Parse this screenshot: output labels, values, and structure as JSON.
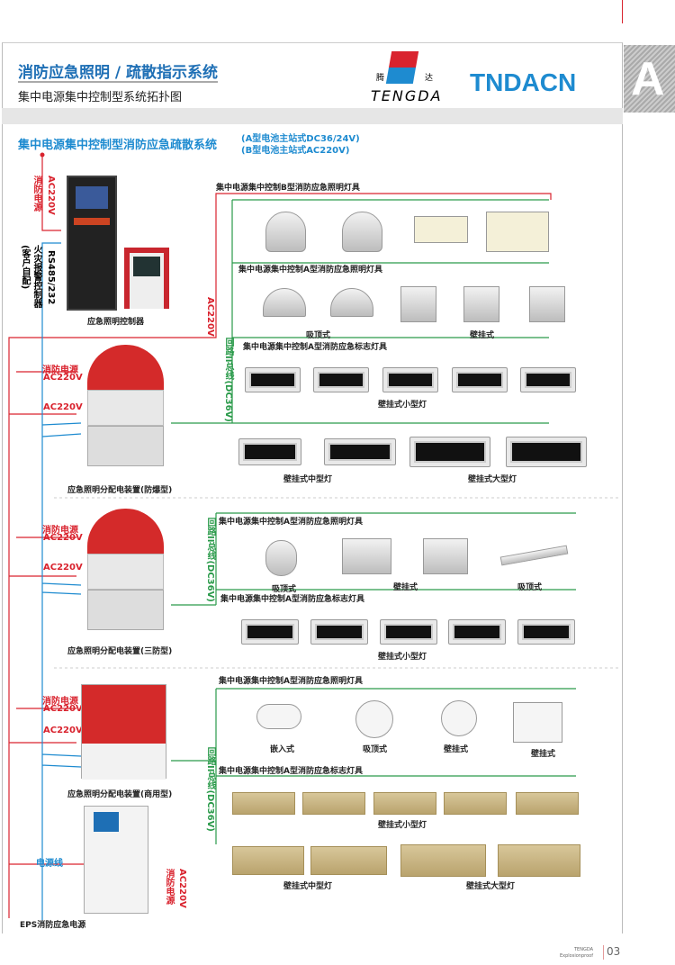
{
  "header": {
    "title": "消防应急照明 / 疏散指示系统",
    "subtitle": "集中电源集中控制型系统拓扑图",
    "brand_cn": [
      "腾",
      "达"
    ],
    "brand_en": "TENGDA",
    "brand_logo": "TNDACN",
    "section_tab": "A"
  },
  "system": {
    "title": "集中电源集中控制型消防应急疏散系统",
    "type_a": "(A型电池主站式DC36/24V)",
    "type_b": "(B型电池主站式AC220V)"
  },
  "left": {
    "fire_power": "消防电源",
    "ac220": "AC220V",
    "fire_alarm": "火灾报警控制器",
    "customer": "(客户自配)",
    "rs485": "RS485/232",
    "controller": "应急照明控制器",
    "ac220_main": "AC220V",
    "dist_ex": "应急照明分配电装置(防爆型)",
    "dist_tri": "应急照明分配电装置(三防型)",
    "dist_com": "应急照明分配电装置(商用型)",
    "power_line": "电源线",
    "eps": "EPS消防应急电源",
    "eps_power": "消防电源",
    "eps_ac": "AC220V"
  },
  "bus": "回路II总线(DC36V)",
  "s1": {
    "b_light": "集中电源集中控制B型消防应急照明灯具",
    "a_light": "集中电源集中控制A型消防应急照明灯具",
    "ceiling": "吸顶式",
    "wall": "壁挂式",
    "a_sign": "集中电源集中控制A型消防应急标志灯具",
    "small": "壁挂式小型灯",
    "medium": "壁挂式中型灯",
    "large": "壁挂式大型灯"
  },
  "s2": {
    "a_light": "集中电源集中控制A型消防应急照明灯具",
    "ceiling": "吸顶式",
    "wall": "壁挂式",
    "ceiling2": "吸顶式",
    "a_sign": "集中电源集中控制A型消防应急标志灯具",
    "small": "壁挂式小型灯"
  },
  "s3": {
    "a_light": "集中电源集中控制A型消防应急照明灯具",
    "recessed": "嵌入式",
    "ceiling": "吸顶式",
    "wall": "壁挂式",
    "wall2": "壁挂式",
    "a_sign": "集中电源集中控制A型消防应急标志灯具",
    "small": "壁挂式小型灯",
    "medium": "壁挂式中型灯",
    "large": "壁挂式大型灯"
  },
  "footer": {
    "brand": "TENGDA",
    "sub": "Explosionproof",
    "page": "03"
  },
  "colors": {
    "red": "#d9232e",
    "blue": "#1e8bd0",
    "green": "#2a9a4a"
  }
}
